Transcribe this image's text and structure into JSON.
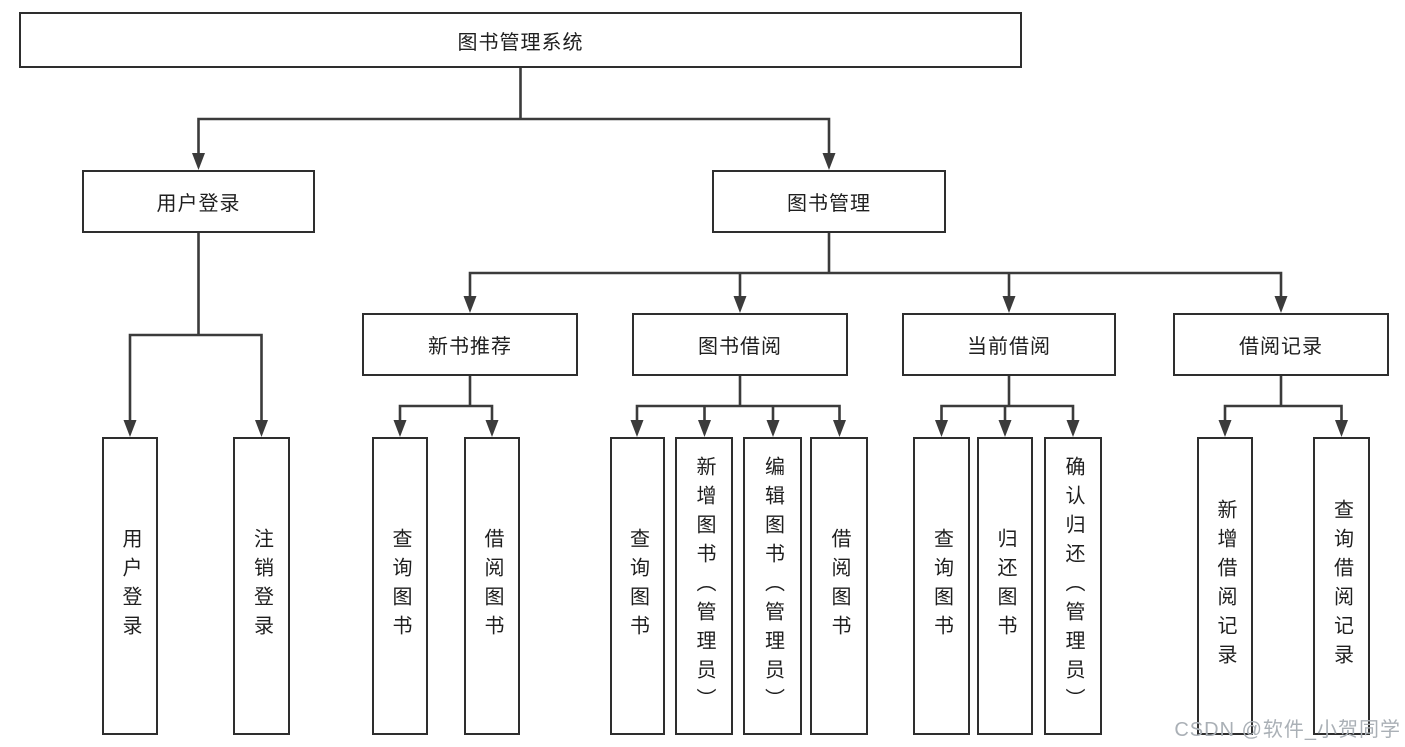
{
  "tree": {
    "root": {
      "label": "图书管理系统"
    },
    "branches": [
      {
        "label": "用户登录",
        "children": [
          {
            "label": "用户登录"
          },
          {
            "label": "注销登录"
          }
        ]
      },
      {
        "label": "图书管理",
        "children": [
          {
            "label": "新书推荐",
            "children": [
              {
                "label": "查询图书"
              },
              {
                "label": "借阅图书"
              }
            ]
          },
          {
            "label": "图书借阅",
            "children": [
              {
                "label": "查询图书"
              },
              {
                "label": "新增图书（管理员）"
              },
              {
                "label": "编辑图书（管理员）"
              },
              {
                "label": "借阅图书"
              }
            ]
          },
          {
            "label": "当前借阅",
            "children": [
              {
                "label": "查询图书"
              },
              {
                "label": "归还图书"
              },
              {
                "label": "确认归还（管理员）"
              }
            ]
          },
          {
            "label": "借阅记录",
            "children": [
              {
                "label": "新增借阅记录"
              },
              {
                "label": "查询借阅记录"
              }
            ]
          }
        ]
      }
    ]
  },
  "watermark": {
    "text": "CSDN @软件_小贺同学"
  },
  "colors": {
    "line": "#3b3b3b",
    "box_border": "#2e2e2e",
    "text": "#1f1f1f",
    "watermark": "#aab0b6",
    "background": "#ffffff"
  }
}
